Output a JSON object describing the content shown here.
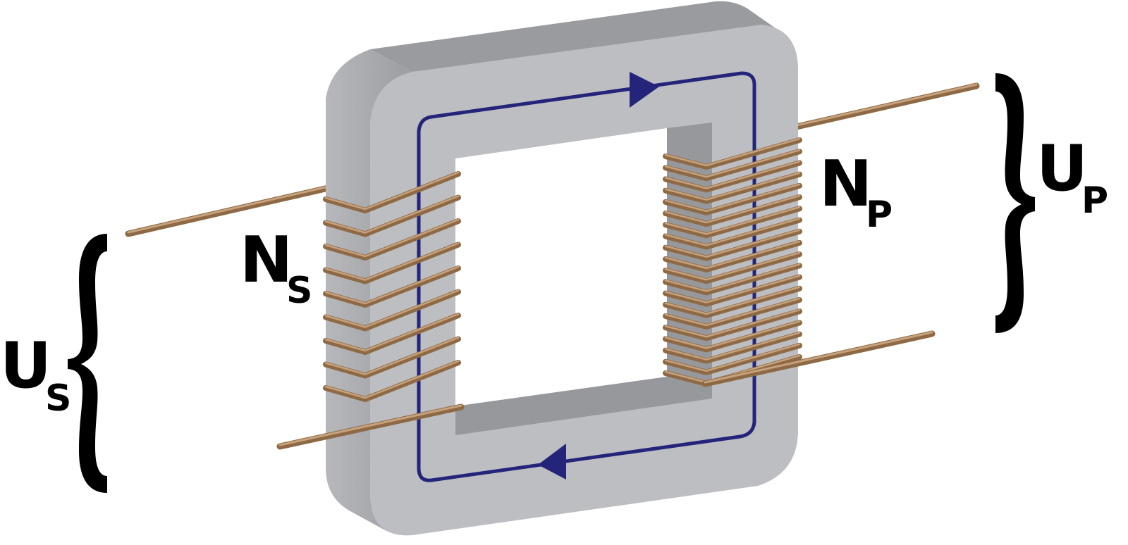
{
  "labels": {
    "secondary_turns": {
      "main": "N",
      "sub": "S"
    },
    "primary_turns": {
      "main": "N",
      "sub": "P"
    },
    "secondary_voltage": {
      "main": "U",
      "sub": "S"
    },
    "primary_voltage": {
      "main": "U",
      "sub": "P"
    }
  },
  "windings": {
    "secondary_turn_count": 9,
    "primary_turn_count": 20
  },
  "colors": {
    "core_front": "#bdbec1",
    "core_side": "#a2a3a6",
    "core_top": "#9a9b9e",
    "core_inner_shadow": "#97989b",
    "flux_path": "#23247a",
    "wire": "#8d6a45",
    "wire_highlight": "#c7a27c",
    "brace": "#000000"
  }
}
